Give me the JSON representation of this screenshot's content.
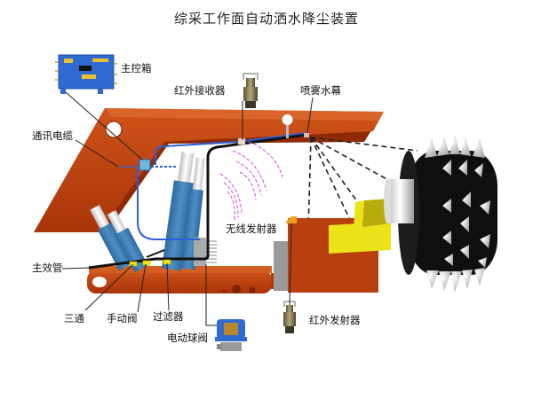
{
  "title": "综采工作面自动洒水降尘装置",
  "labels": {
    "main_control_box": "主控箱",
    "comm_cable": "通讯电缆",
    "ir_receiver": "红外接收器",
    "spray_curtain": "喷雾水幕",
    "main_pipe": "主效管",
    "tee": "三通",
    "manual_valve": "手动阀",
    "filter": "过滤器",
    "electric_ball_valve": "电动球阀",
    "wireless_transmitter": "无线发射器",
    "ir_transmitter": "红外发射器"
  },
  "colors": {
    "support_red": "#c0410f",
    "support_red_dark": "#8f2a06",
    "cylinder_blue": "#3f7fb5",
    "cable_blue": "#2b5fd8",
    "pipe_black": "#111111",
    "connector_yellow": "#f2e600",
    "shearer_yellow": "#e9e21a",
    "wave_magenta": "#d36bd6",
    "drum_black": "#111111",
    "pick_white": "#f0f0f0",
    "box_blue": "#2a63c8"
  }
}
